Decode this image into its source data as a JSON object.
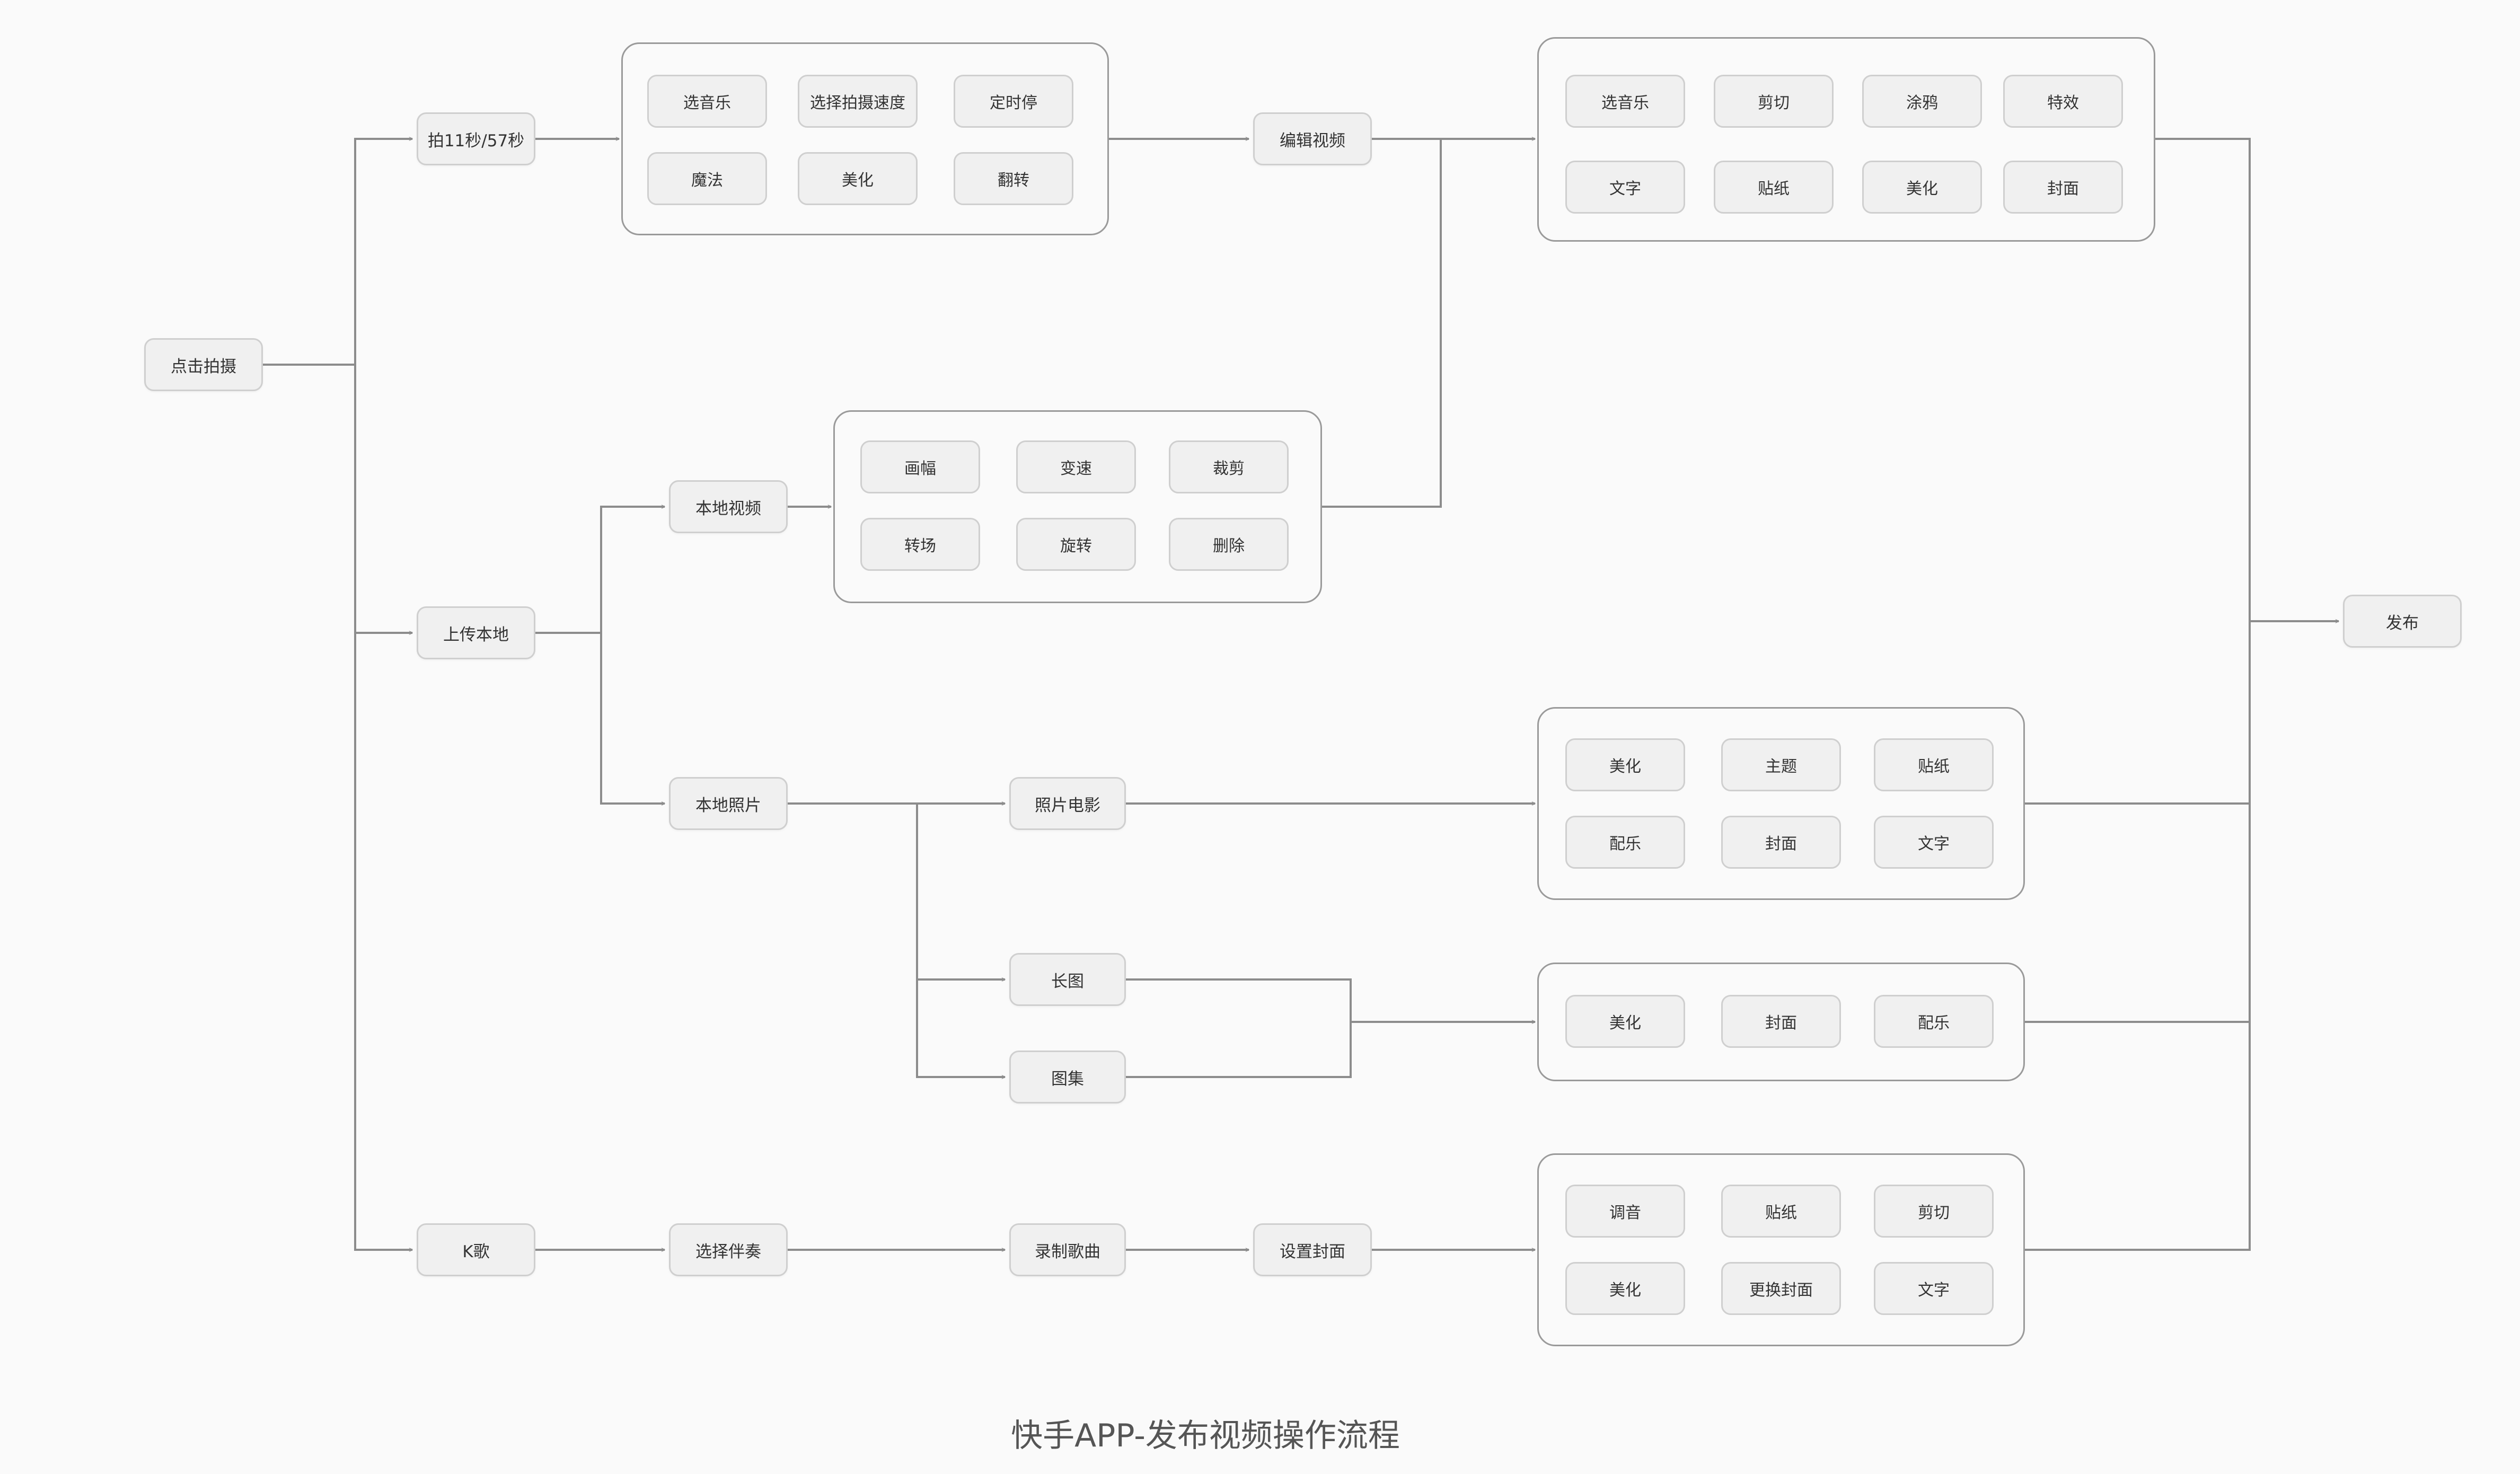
{
  "caption": "快手APP-发布视频操作流程",
  "nodes": {
    "click_shoot": "点击拍摄",
    "shoot_duration": "拍11秒/57秒",
    "upload_local": "上传本地",
    "karaoke": "K歌",
    "local_video": "本地视频",
    "local_photo": "本地照片",
    "photo_movie": "照片电影",
    "long_image": "长图",
    "album": "图集",
    "choose_accompaniment": "选择伴奏",
    "record_song": "录制歌曲",
    "set_cover": "设置封面",
    "edit_video": "编辑视频",
    "publish": "发布"
  },
  "groups": {
    "shoot_options": [
      "选音乐",
      "选择拍摄速度",
      "定时停",
      "魔法",
      "美化",
      "翻转"
    ],
    "edit_options": [
      "选音乐",
      "剪切",
      "涂鸦",
      "特效",
      "文字",
      "贴纸",
      "美化",
      "封面"
    ],
    "local_video_options": [
      "画幅",
      "变速",
      "裁剪",
      "转场",
      "旋转",
      "删除"
    ],
    "photo_movie_options": [
      "美化",
      "主题",
      "贴纸",
      "配乐",
      "封面",
      "文字"
    ],
    "long_image_options": [
      "美化",
      "封面",
      "配乐"
    ],
    "karaoke_options": [
      "调音",
      "贴纸",
      "剪切",
      "美化",
      "更换封面",
      "文字"
    ]
  },
  "colors": {
    "background": "#fafafa",
    "node_fill": "#f0f0f0",
    "node_border": "#cfcfcf",
    "group_border": "#9a9a9a",
    "connector": "#8c8c8c",
    "text": "#333333"
  }
}
